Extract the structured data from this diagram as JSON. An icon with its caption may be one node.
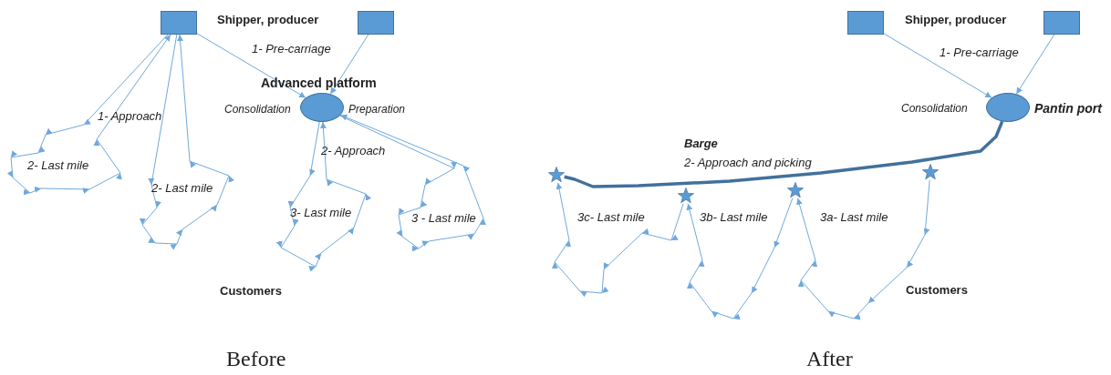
{
  "diagram": {
    "nodes": [
      {
        "text": [],
        "shape": "box"
      },
      {
        "text": [],
        "shape": "box"
      },
      {
        "text": [
          "Advanced platform"
        ],
        "beside": [
          "Consolidation",
          "Preparation"
        ]
      },
      {
        "text": [],
        "shape": "box"
      },
      {
        "text": [],
        "shape": "box"
      },
      {
        "text": [
          "Pantin port"
        ],
        "beside": [
          "Consolidation"
        ]
      },
      {
        "text": [],
        "shape": "star"
      },
      {
        "text": [],
        "shape": "star"
      },
      {
        "text": [],
        "shape": "star"
      },
      {
        "text": [],
        "shape": "star"
      }
    ],
    "edges": [
      {
        "from": 0,
        "to": 2,
        "arrow": "to"
      },
      {
        "from": 1,
        "to": 2,
        "arrow": "to"
      },
      {
        "from": 0,
        "to": 0,
        "arrow": "to"
      },
      {
        "from": 0,
        "to": 0,
        "arrow": "to"
      },
      {
        "from": 2,
        "to": 2,
        "arrow": "to"
      },
      {
        "from": 2,
        "to": 2,
        "arrow": "to"
      },
      {
        "from": 3,
        "to": 5,
        "arrow": "to"
      },
      {
        "from": 4,
        "to": 5,
        "arrow": "to"
      },
      {
        "from": 5,
        "to": 6,
        "arrow": "none",
        "style": "thick",
        "color": "#41719c"
      },
      {
        "from": 9,
        "to": 8,
        "arrow": "to"
      },
      {
        "from": 8,
        "to": 7,
        "arrow": "to"
      },
      {
        "from": 7,
        "to": 6,
        "arrow": "to"
      }
    ],
    "labels": [
      "Shipper, producer",
      "Shipper, producer",
      "1- Pre-carriage",
      "1- Pre-carriage",
      "1- Approach",
      "2- Approach",
      "Barge",
      "2- Last mile",
      "2- Approach and picking",
      "2- Last mile",
      "3- Last mile",
      "3 - Last mile",
      "3c- Last mile",
      "3b- Last mile",
      "3a- Last mile",
      "Customers",
      "Customers",
      "Before",
      "After"
    ]
  }
}
